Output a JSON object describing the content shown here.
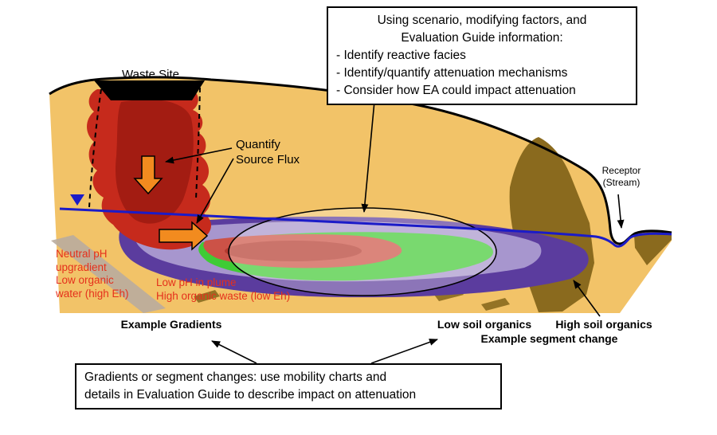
{
  "colors": {
    "terrain": "#F2C368",
    "stripe_gray": "#B9AC9E",
    "soil_brown": "#8A6A1E",
    "plume_purple_dark": "#5B3C9E",
    "plume_purple_light": "#A796CE",
    "plume_green": "#3FCB35",
    "waste_red": "#C62A1C",
    "waste_red_dark": "#9C1A10",
    "tongue_red": "#CC5247",
    "tongue_core": "#B43A30",
    "water_blue": "#1B1BC8",
    "arrow_orange": "#F28B1F",
    "red_label": "#E5301C"
  },
  "top_box": {
    "lines": [
      "Using scenario, modifying factors, and",
      "Evaluation Guide information:",
      "- Identify reactive facies",
      "- Identify/quantify attenuation mechanisms",
      "- Consider how EA could impact attenuation"
    ]
  },
  "bottom_box": {
    "lines": [
      "Gradients or segment changes: use mobility charts and",
      "details in Evaluation Guide to describe impact on attenuation"
    ]
  },
  "labels": {
    "waste_site": "Waste Site",
    "quantify": [
      "Quantify",
      "Source Flux"
    ],
    "receptor": [
      "Receptor",
      "(Stream)"
    ],
    "neutral_ph": [
      "Neutral pH",
      "upgradient",
      "Low organic",
      "water (high Eh)"
    ],
    "plume_chem": [
      "Low pH in plume",
      "High organic waste (low Eh)"
    ],
    "example_gradients": "Example Gradients",
    "low_soil_organics": "Low soil organics",
    "high_soil_organics": "High soil organics",
    "example_segment_change": "Example segment change"
  }
}
